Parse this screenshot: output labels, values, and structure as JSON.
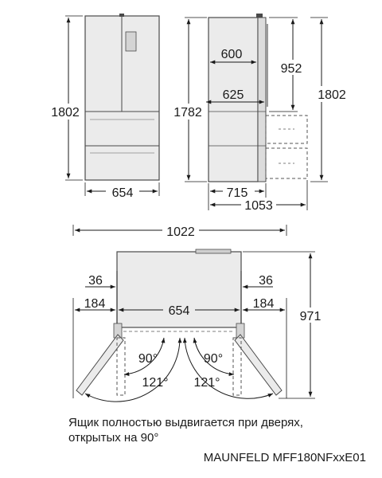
{
  "front": {
    "height_label": "1802",
    "width_label": "654"
  },
  "side": {
    "body_height_label": "1782",
    "total_height_label": "1802",
    "upper_height_label": "952",
    "inner_depth_label": "600",
    "depth_label": "625",
    "body_depth_label": "715",
    "open_depth_label": "1053"
  },
  "top": {
    "total_width_label": "1022",
    "body_width_label": "654",
    "side_gap_left_label": "36",
    "side_gap_right_label": "36",
    "swing_left_label": "184",
    "swing_right_label": "184",
    "depth_open_label": "971",
    "angle_left_90_label": "90°",
    "angle_right_90_label": "90°",
    "angle_left_121_label": "121°",
    "angle_right_121_label": "121°"
  },
  "note": {
    "line1": "Ящик полностью выдвигается при дверях,",
    "line2": "открытых на 90°"
  },
  "model_label": "MAUNFELD MFF180NFxxE01",
  "colors": {
    "line": "#1a1a1a",
    "body_fill": "#e6e6e6",
    "body_stroke": "#4a4a4a",
    "dash": "#555555"
  }
}
